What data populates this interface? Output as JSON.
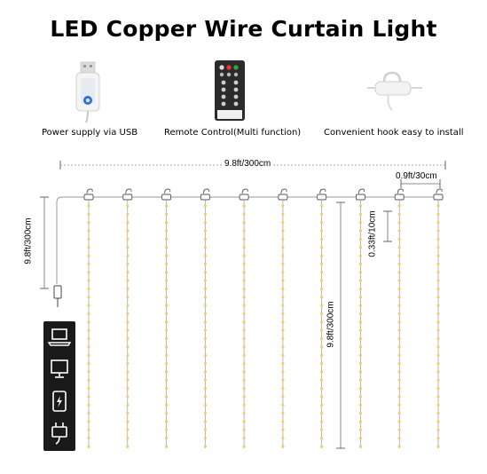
{
  "title": "LED Copper Wire Curtain Light",
  "features": [
    {
      "label": "Power supply via USB",
      "icon": "usb-plug-icon"
    },
    {
      "label": "Remote Control(Multi function)",
      "icon": "remote-control-icon"
    },
    {
      "label": "Convenient hook easy to install",
      "icon": "hook-icon"
    }
  ],
  "dimensions": {
    "total_width": "9.8ft/300cm",
    "strand_spacing": "0.9ft/30cm",
    "bulb_spacing": "0.33ft/10cm",
    "strand_length": "9.8ft/300cm",
    "lead_length": "9.8ft/300cm"
  },
  "compatible_devices": [
    {
      "icon": "laptop-icon"
    },
    {
      "icon": "monitor-icon"
    },
    {
      "icon": "phone-charger-icon"
    },
    {
      "icon": "power-adapter-icon"
    }
  ],
  "colors": {
    "led": "#f2cf63",
    "wire": "#9a9a9a",
    "device_bg": "#1a1a1a",
    "usb_accent": "#2a6fd6"
  },
  "curtain": {
    "strand_count": 10,
    "bulbs_per_strand": 30
  }
}
